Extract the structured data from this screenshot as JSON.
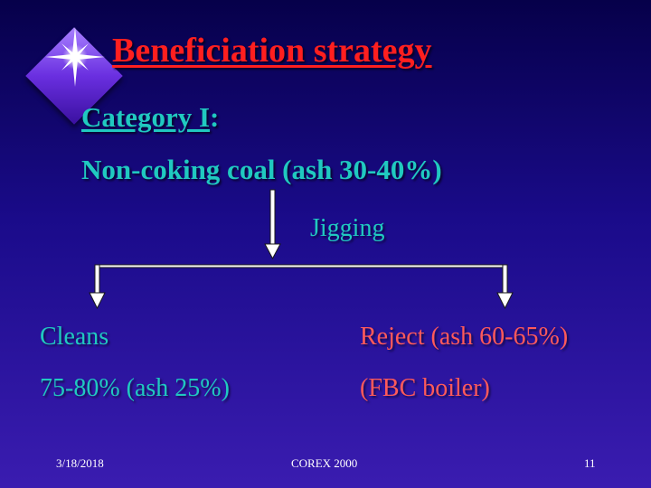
{
  "title": "Beneficiation strategy",
  "category": {
    "label": "Category I",
    "suffix": ":"
  },
  "feed": "Non-coking coal (ash 30-40%)",
  "process": "Jigging",
  "outputs": {
    "left": {
      "line1": "Cleans",
      "line2": "75-80% (ash 25%)"
    },
    "right": {
      "line1": "Reject (ash 60-65%)",
      "line2": "(FBC boiler)"
    }
  },
  "footer": {
    "date": "3/18/2018",
    "center": "COREX 2000",
    "page": "11"
  },
  "colors": {
    "title": "#ff1f1f",
    "cyan_text": "#20c9c0",
    "reject_text": "#ff5a5a",
    "connector": "#ffffff"
  },
  "icons": {
    "bullet": "diamond-sparkle-icon"
  }
}
